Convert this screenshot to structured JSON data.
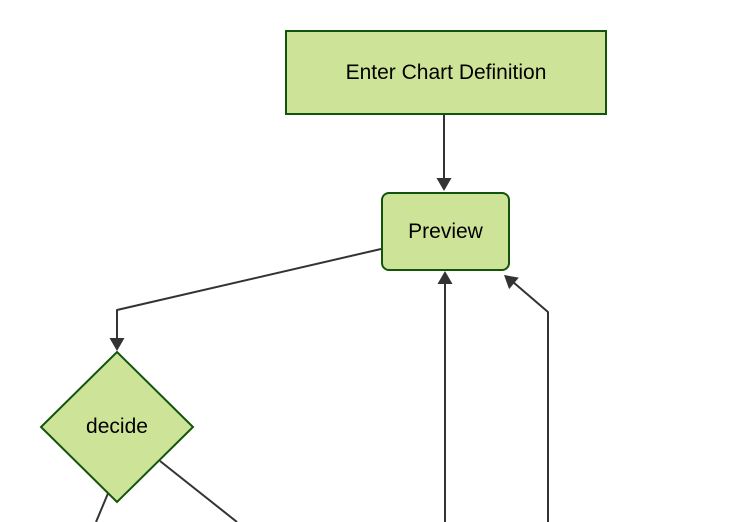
{
  "diagram": {
    "type": "flowchart",
    "direction": "top-down",
    "theme": {
      "node_fill": "#cde498",
      "node_stroke": "#13540c",
      "edge_color": "#333333",
      "text_color": "#000000",
      "background": "#ffffff"
    },
    "nodes": [
      {
        "id": "enter",
        "label": "Enter Chart Definition",
        "shape": "rectangle"
      },
      {
        "id": "preview",
        "label": "Preview",
        "shape": "rounded-rectangle"
      },
      {
        "id": "decide",
        "label": "decide",
        "shape": "diamond"
      }
    ],
    "edges": [
      {
        "from": "enter",
        "to": "preview",
        "arrow": true
      },
      {
        "from": "preview",
        "to": "decide",
        "arrow": true
      },
      {
        "from": "decide",
        "to": "offscreen-bottom-left",
        "arrow": false
      },
      {
        "from": "decide",
        "to": "offscreen-bottom-right",
        "arrow": false
      },
      {
        "from": "offscreen-bottom",
        "to": "preview",
        "arrow": true
      },
      {
        "from": "offscreen-bottom-right",
        "to": "preview",
        "arrow": true
      }
    ]
  }
}
